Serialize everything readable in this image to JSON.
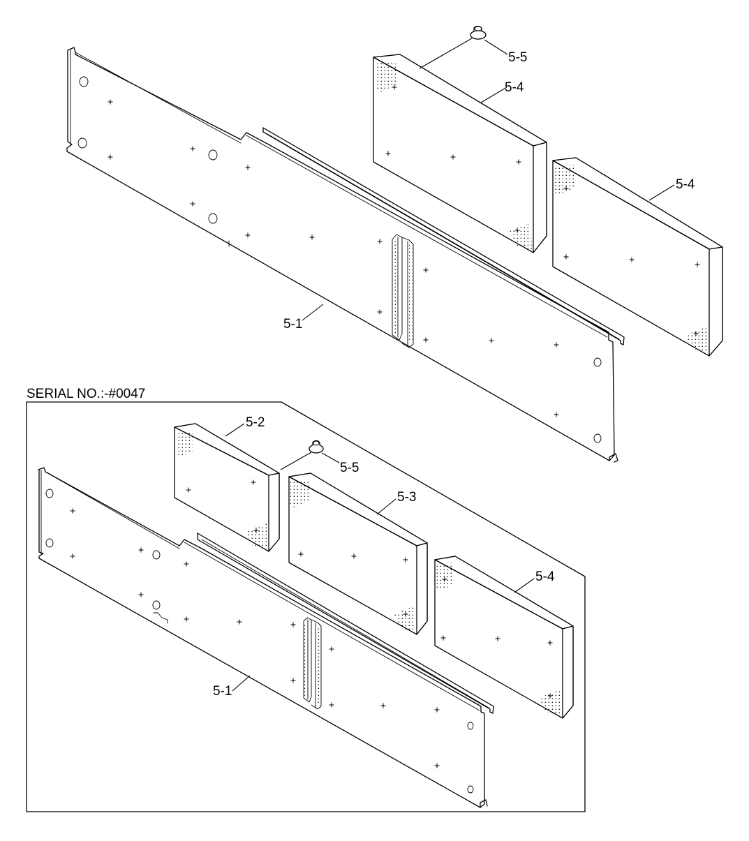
{
  "diagram": {
    "serial_caption": "SERIAL NO.:-#0047",
    "upper_labels": [
      "5-5",
      "5-4",
      "5-4",
      "5-1"
    ],
    "lower_labels": [
      "5-2",
      "5-5",
      "5-3",
      "5-4",
      "5-1"
    ]
  }
}
